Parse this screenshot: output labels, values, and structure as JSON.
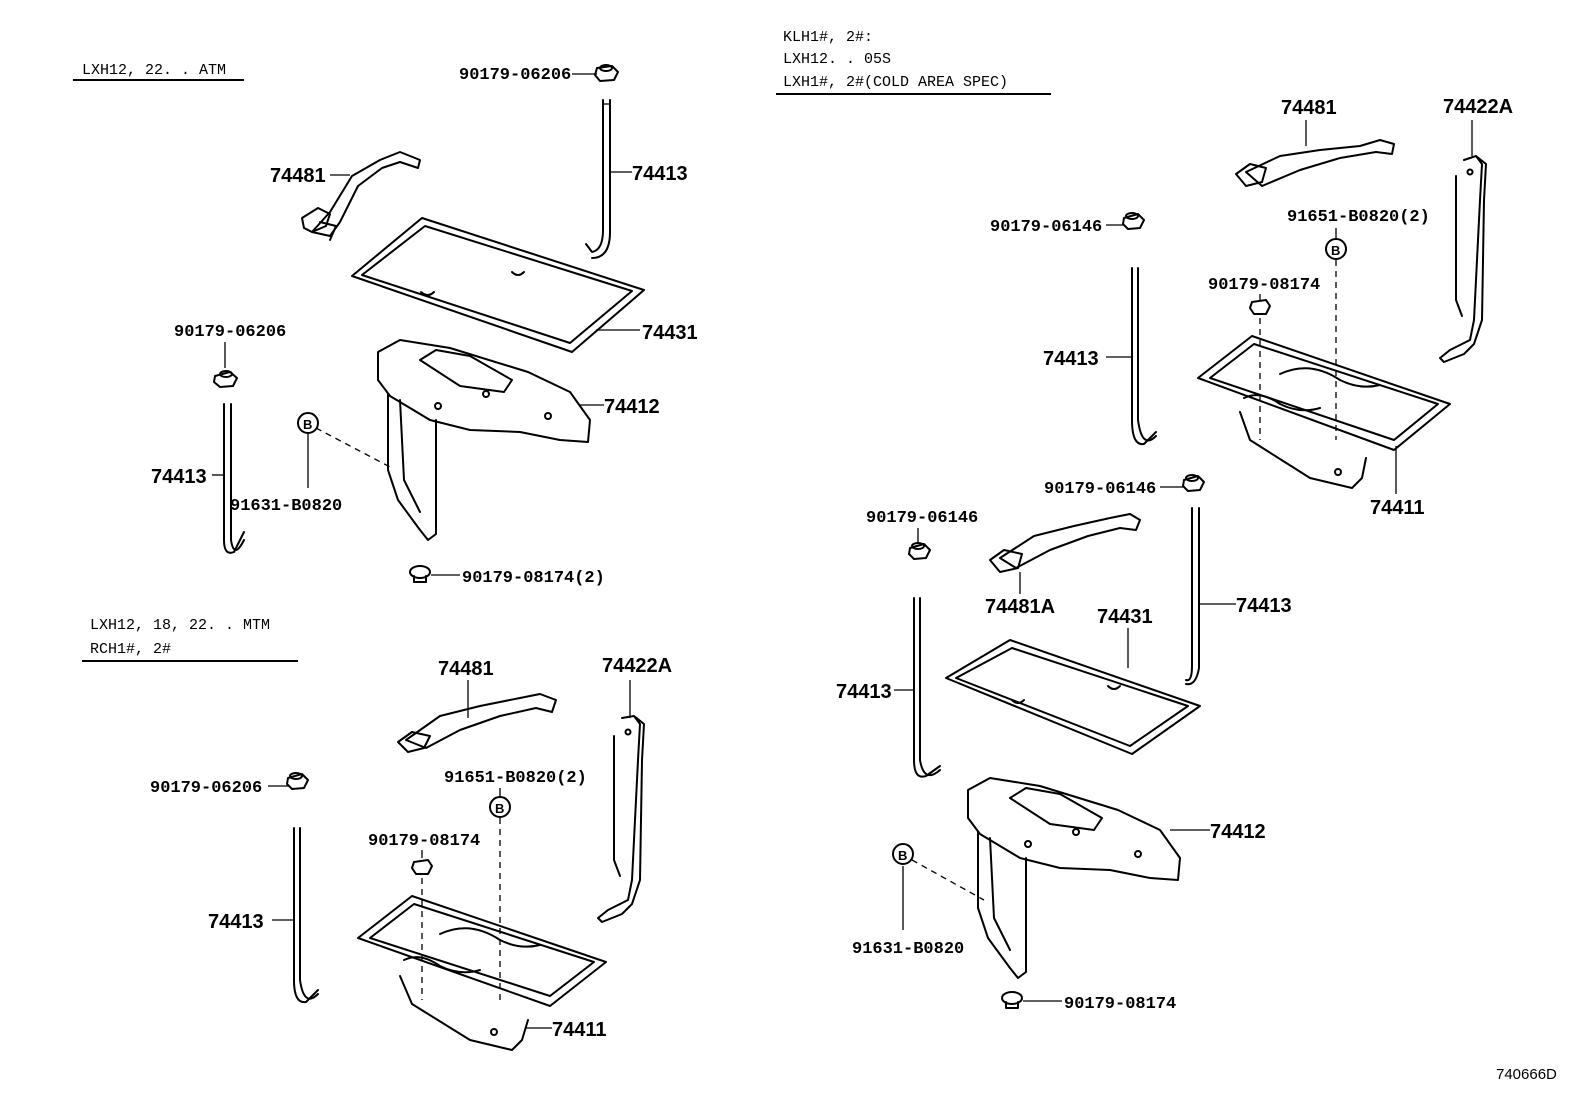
{
  "sections": {
    "top_left": {
      "header": [
        "LXH12, 22. . ATM"
      ]
    },
    "bottom_left": {
      "header": [
        "LXH12, 18, 22. . MTM",
        "RCH1#, 2#"
      ]
    },
    "right": {
      "header": [
        "KLH1#, 2#:",
        "LXH12. . 05S",
        "LXH1#, 2#(COLD AREA SPEC)"
      ]
    }
  },
  "labels": {
    "tl_90179_06206_top": "90179-06206",
    "tl_74481": "74481",
    "tl_74413_right": "74413",
    "tl_74431": "74431",
    "tl_90179_06206_left": "90179-06206",
    "tl_74412": "74412",
    "tl_74413_left": "74413",
    "tl_91631_b0820": "91631-B0820",
    "tl_90179_08174_2": "90179-08174(2)",
    "bl_74481": "74481",
    "bl_74422a": "74422A",
    "bl_90179_06206": "90179-06206",
    "bl_91651_b0820_2": "91651-B0820(2)",
    "bl_90179_08174": "90179-08174",
    "bl_74413": "74413",
    "bl_74411": "74411",
    "r_74481": "74481",
    "r_74422a": "74422A",
    "r_90179_06146_a": "90179-06146",
    "r_91651_b0820_2": "91651-B0820(2)",
    "r_90179_08174_a": "90179-08174",
    "r_74413_a": "74413",
    "r_74411": "74411",
    "r_90179_06146_b": "90179-06146",
    "r_90179_06146_c": "90179-06146",
    "r_74413_b": "74413",
    "r_74481a": "74481A",
    "r_74431": "74431",
    "r_74413_c": "74413",
    "r_74412": "74412",
    "r_91631_b0820": "91631-B0820",
    "r_90179_08174_b": "90179-08174"
  },
  "footer": {
    "drawing_code": "740666D"
  }
}
